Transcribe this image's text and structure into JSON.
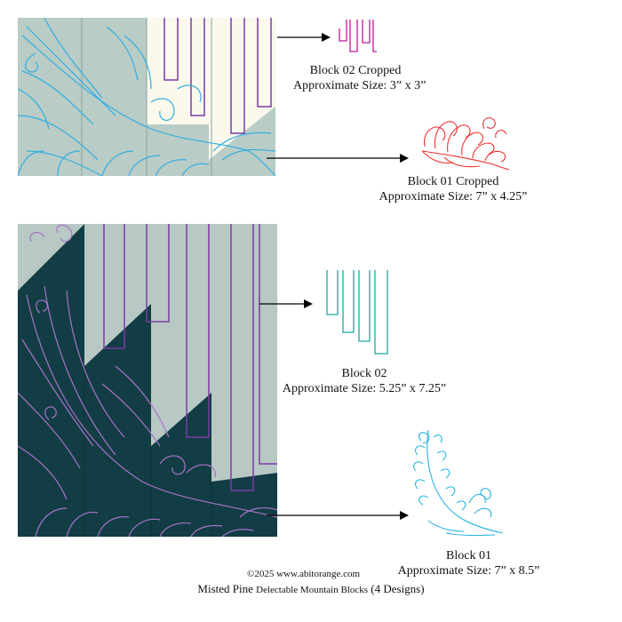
{
  "labels": {
    "block02_cropped": {
      "title": "Block 02 Cropped",
      "size": "Approximate Size: 3” x 3”"
    },
    "block01_cropped": {
      "title": "Block 01 Cropped",
      "size": "Approximate Size: 7” x 4.25”"
    },
    "block02": {
      "title": "Block 02",
      "size": "Approximate Size: 5.25” x 7.25”"
    },
    "block01": {
      "title": "Block 01",
      "size": "Approximate Size: 7” x 8.5”"
    }
  },
  "footer": {
    "copyright": "©2025 www.abitorange.com",
    "title_main": "Misted Pine",
    "title_sub": "Delectable Mountain Blocks",
    "title_count": "(4 Designs)"
  },
  "colors": {
    "sage": "#b9ccc6",
    "cream": "#fbf8ec",
    "dark_teal": "#123d44",
    "light_grey_green": "#b8c8c4",
    "blue_line": "#33aee0",
    "purple_line": "#7a3aa8",
    "magenta_line": "#c2189c",
    "red_line": "#ee3030",
    "teal_line": "#1fa89e",
    "cyan_line": "#27b2e4",
    "lilac_line": "#a973c9"
  }
}
